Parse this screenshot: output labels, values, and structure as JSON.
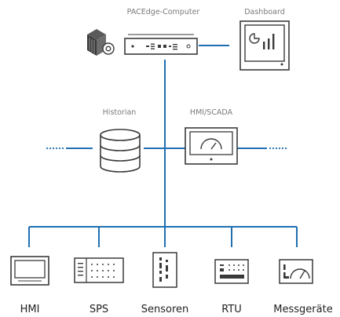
{
  "colors": {
    "line": "#1f6fb2",
    "device": "#3a3a3a",
    "label_small": "#7a7a7a",
    "label_large": "#222222"
  },
  "nodes": {
    "pacedge": {
      "label": "PACEdge-Computer",
      "icon": "industrial-computer-icon"
    },
    "dashboard": {
      "label": "Dashboard",
      "icon": "dashboard-chart-icon"
    },
    "historian": {
      "label": "Historian",
      "icon": "database-icon"
    },
    "hmi_scada": {
      "label": "HMI/SCADA",
      "icon": "gauge-monitor-icon"
    },
    "server": {
      "icon": "server-rack-icon"
    }
  },
  "devices": [
    {
      "label": "HMI",
      "icon": "hmi-panel-icon"
    },
    {
      "label": "SPS",
      "icon": "plc-icon"
    },
    {
      "label": "Sensoren",
      "icon": "sensor-icon"
    },
    {
      "label": "RTU",
      "icon": "rtu-icon"
    },
    {
      "label": "Messgeräte",
      "icon": "measuring-device-icon"
    }
  ]
}
